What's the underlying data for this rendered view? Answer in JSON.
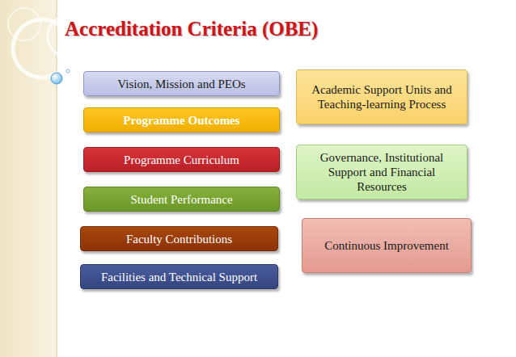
{
  "diagram": {
    "title": "Accreditation Criteria (OBE)",
    "nodes": [
      {
        "text": [
          "Vision, Mission and PEOs"
        ]
      },
      {
        "text": [
          "Programme Outcomes"
        ]
      },
      {
        "text": [
          "Programme Curriculum"
        ]
      },
      {
        "text": [
          "Student Performance"
        ]
      },
      {
        "text": [
          "Faculty Contributions"
        ]
      },
      {
        "text": [
          "Facilities and Technical Support"
        ]
      },
      {
        "text": [
          "Academic Support Units and Teaching-learning Process"
        ]
      },
      {
        "text": [
          "Governance, Institutional Support and Financial Resources"
        ]
      },
      {
        "text": [
          "Continuous Improvement"
        ]
      }
    ]
  }
}
